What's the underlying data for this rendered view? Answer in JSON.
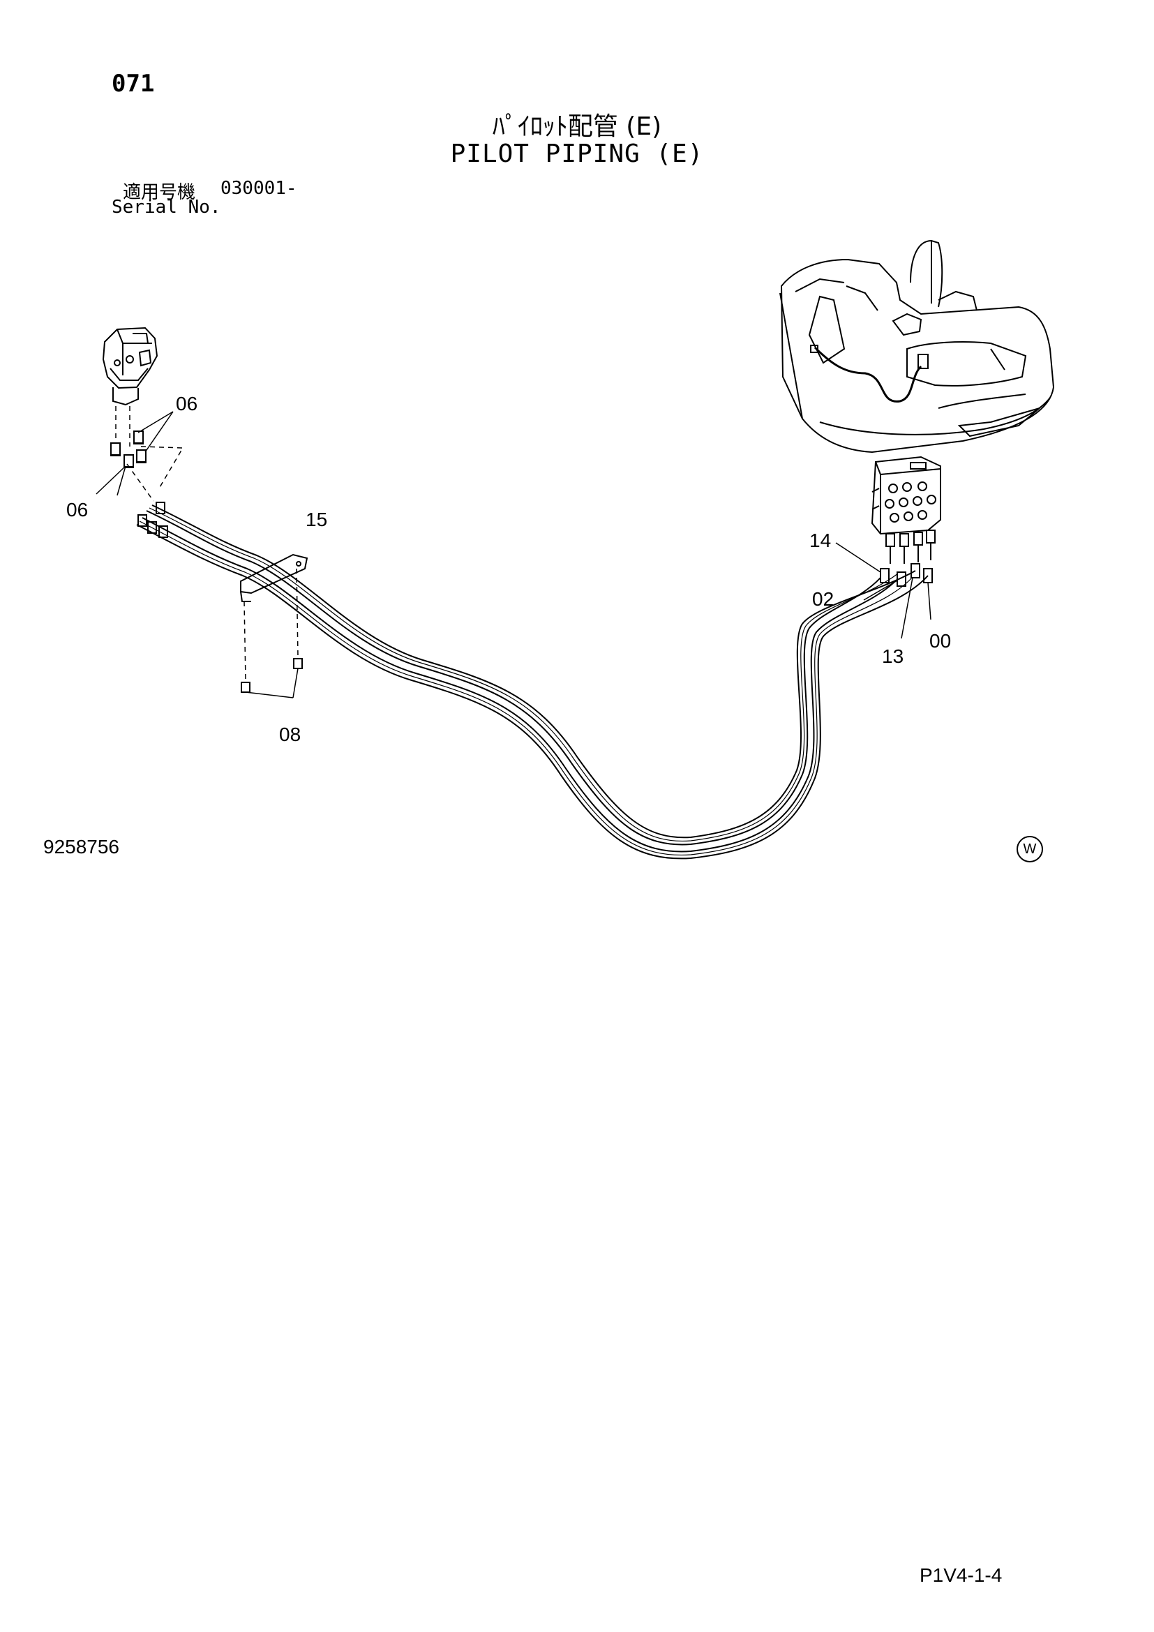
{
  "header": {
    "page_number": "071",
    "title_jp": "ﾊﾟｲﾛｯﾄ配管 (E)",
    "title_en": "PILOT PIPING (E)",
    "serial_label_jp": "適用号機",
    "serial_value": "030001-",
    "serial_label_en": "Serial No."
  },
  "diagram": {
    "callouts": {
      "c06_upper": "06",
      "c06_lower": "06",
      "c15": "15",
      "c08": "08",
      "c14": "14",
      "c02": "02",
      "c13": "13",
      "c00": "00"
    }
  },
  "footer": {
    "drawing_number": "9258756",
    "mark": "W",
    "page_code": "P1V4-1-4"
  }
}
